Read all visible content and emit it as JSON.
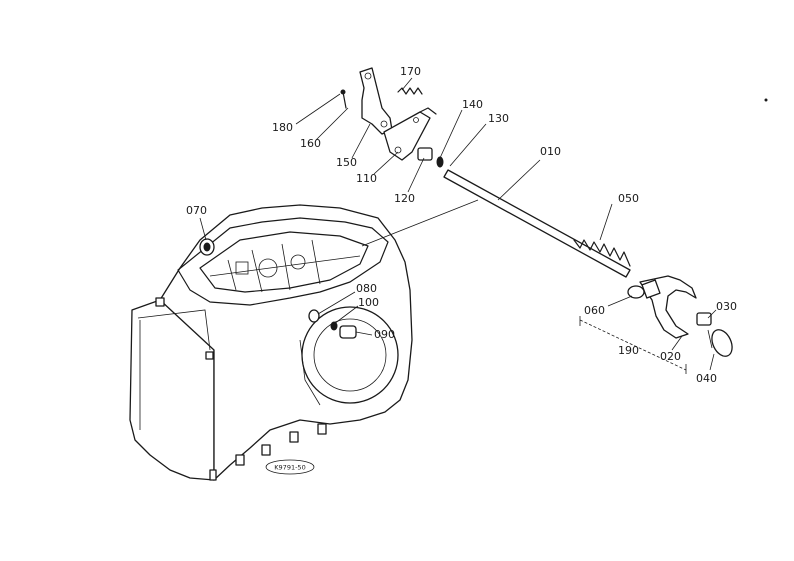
{
  "diagram": {
    "drawing_code": "K9791-50",
    "part_labels": [
      "010",
      "020",
      "030",
      "040",
      "050",
      "060",
      "070",
      "080",
      "090",
      "100",
      "110",
      "120",
      "130",
      "140",
      "150",
      "160",
      "170",
      "180",
      "190"
    ]
  }
}
